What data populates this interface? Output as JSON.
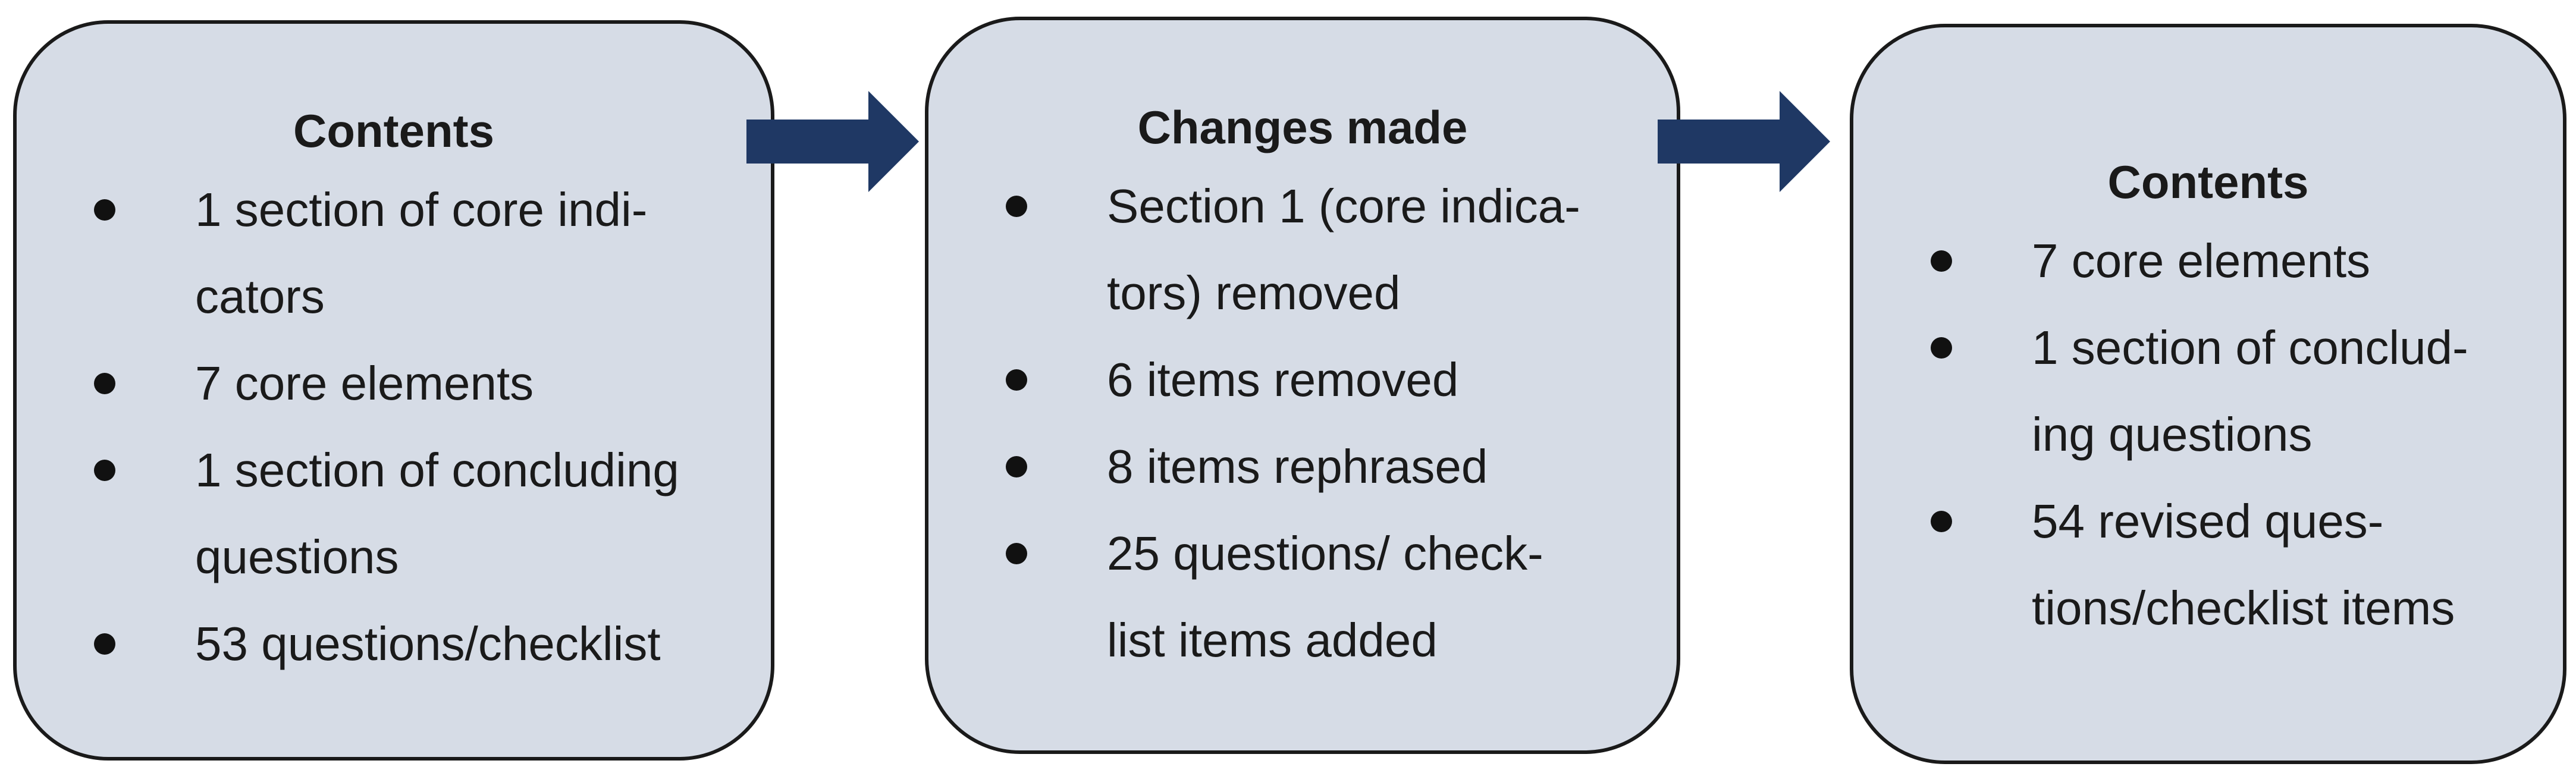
{
  "stages": [
    {
      "title": "Contents",
      "items": [
        [
          "1 section of core indi-",
          "cators"
        ],
        [
          "7 core elements"
        ],
        [
          "1 section of concluding",
          "questions"
        ],
        [
          "53 questions/checklist"
        ]
      ]
    },
    {
      "title": "Changes made",
      "items": [
        [
          "Section 1 (core indica-",
          "tors) removed"
        ],
        [
          "6 items removed"
        ],
        [
          "8 items rephrased"
        ],
        [
          "25 questions/ check-",
          "list items added"
        ]
      ]
    },
    {
      "title": "Contents",
      "items": [
        [
          "7 core elements"
        ],
        [
          "1 section of conclud-",
          "ing questions"
        ],
        [
          "54 revised ques-",
          "tions/checklist items"
        ]
      ]
    }
  ],
  "colors": {
    "box_fill": "#d6dce6",
    "box_border": "#1a1a1a",
    "arrow": "#1f3864",
    "bullet": "#111111"
  }
}
